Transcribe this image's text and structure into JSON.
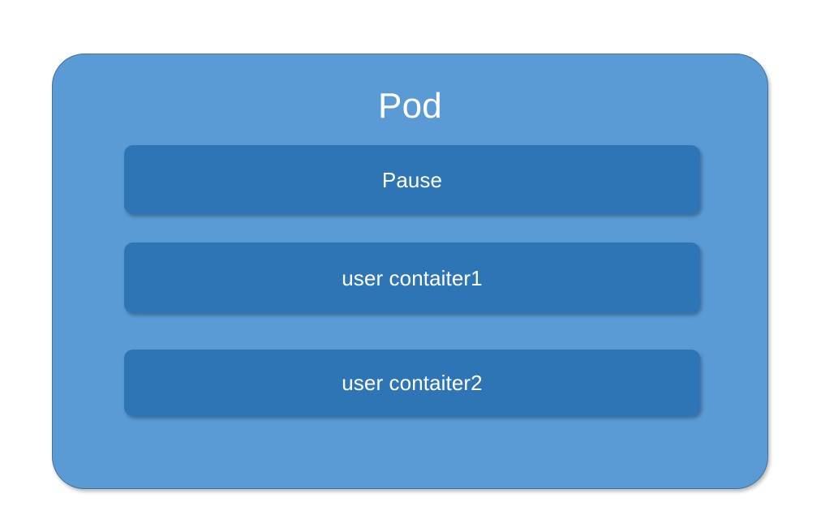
{
  "diagram": {
    "title": "Pod",
    "outer_box": {
      "label": "Pod",
      "fill_color": "#5B9BD5",
      "border_color": "#41719C"
    },
    "containers": [
      {
        "label": "Pause",
        "fill_color": "#2E75B6",
        "text_color": "#FFFFFF"
      },
      {
        "label": "user contaiter1",
        "fill_color": "#2E75B6",
        "text_color": "#FFFFFF"
      },
      {
        "label": "user contaiter2",
        "fill_color": "#2E75B6",
        "text_color": "#FFFFFF"
      }
    ]
  }
}
